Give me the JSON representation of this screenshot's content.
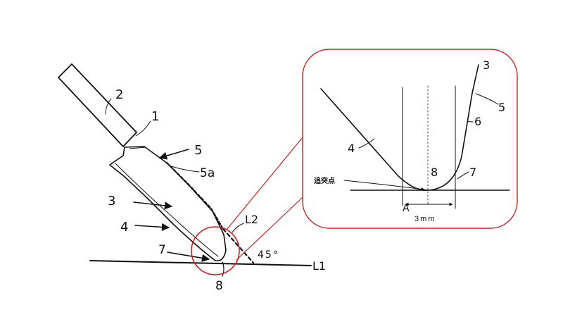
{
  "main_view": {
    "labels": {
      "handle": "2",
      "junction": "1",
      "back": "5",
      "back_edge": "5a",
      "body": "3",
      "blade_edge": "4",
      "line2": "L2",
      "angle": "45°",
      "tip_region": "7",
      "contact_point": "8",
      "line1": "L1"
    }
  },
  "detail_view": {
    "labels": {
      "top_end": "3",
      "back": "5",
      "back_curve": "6",
      "left_edge": "4",
      "contact_point": "8",
      "tip_curve": "7",
      "collision_point": "追突点",
      "dimension_mark": "A",
      "dimension_value": "3mm"
    }
  },
  "colors": {
    "ink": "#111111",
    "callout": "#cc1f1f"
  }
}
